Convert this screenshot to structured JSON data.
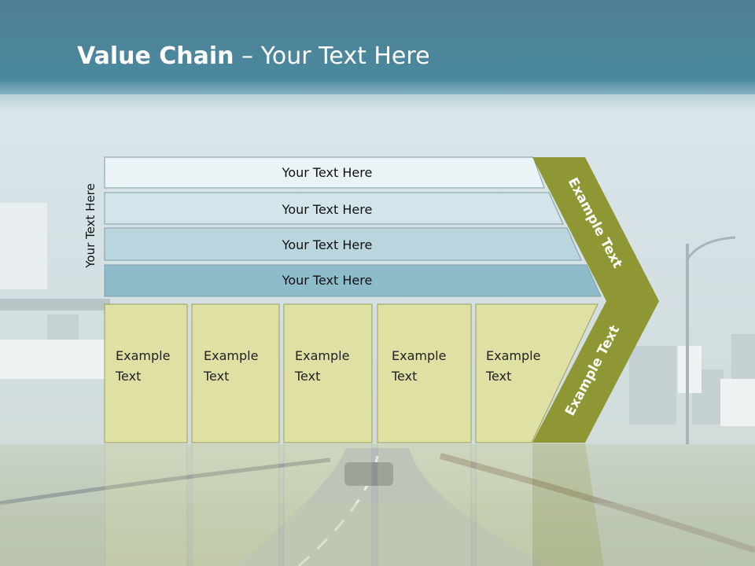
{
  "slide": {
    "title_bold": "Value Chain",
    "title_rest": " – Your Text Here",
    "side_label": "Your Text Here"
  },
  "bands": [
    {
      "label": "Your Text Here",
      "color": "#eaf3f5"
    },
    {
      "label": "Your Text Here",
      "color": "#d2e5ea"
    },
    {
      "label": "Your Text Here",
      "color": "#b9d6df"
    },
    {
      "label": "Your Text Here",
      "color": "#8fbccb"
    }
  ],
  "boxes": [
    {
      "line1": "Example",
      "line2": "Text"
    },
    {
      "line1": "Example",
      "line2": "Text"
    },
    {
      "line1": "Example",
      "line2": "Text"
    },
    {
      "line1": "Example",
      "line2": "Text"
    },
    {
      "line1": "Example",
      "line2": "Text"
    }
  ],
  "chevron": {
    "upper_label": "Example Text",
    "lower_label": "Example Text",
    "color": "#8f9634"
  },
  "colors": {
    "header_band": "#4a8ba0",
    "box_fill": "#dfe0a3",
    "box_border": "#9aa05a"
  }
}
